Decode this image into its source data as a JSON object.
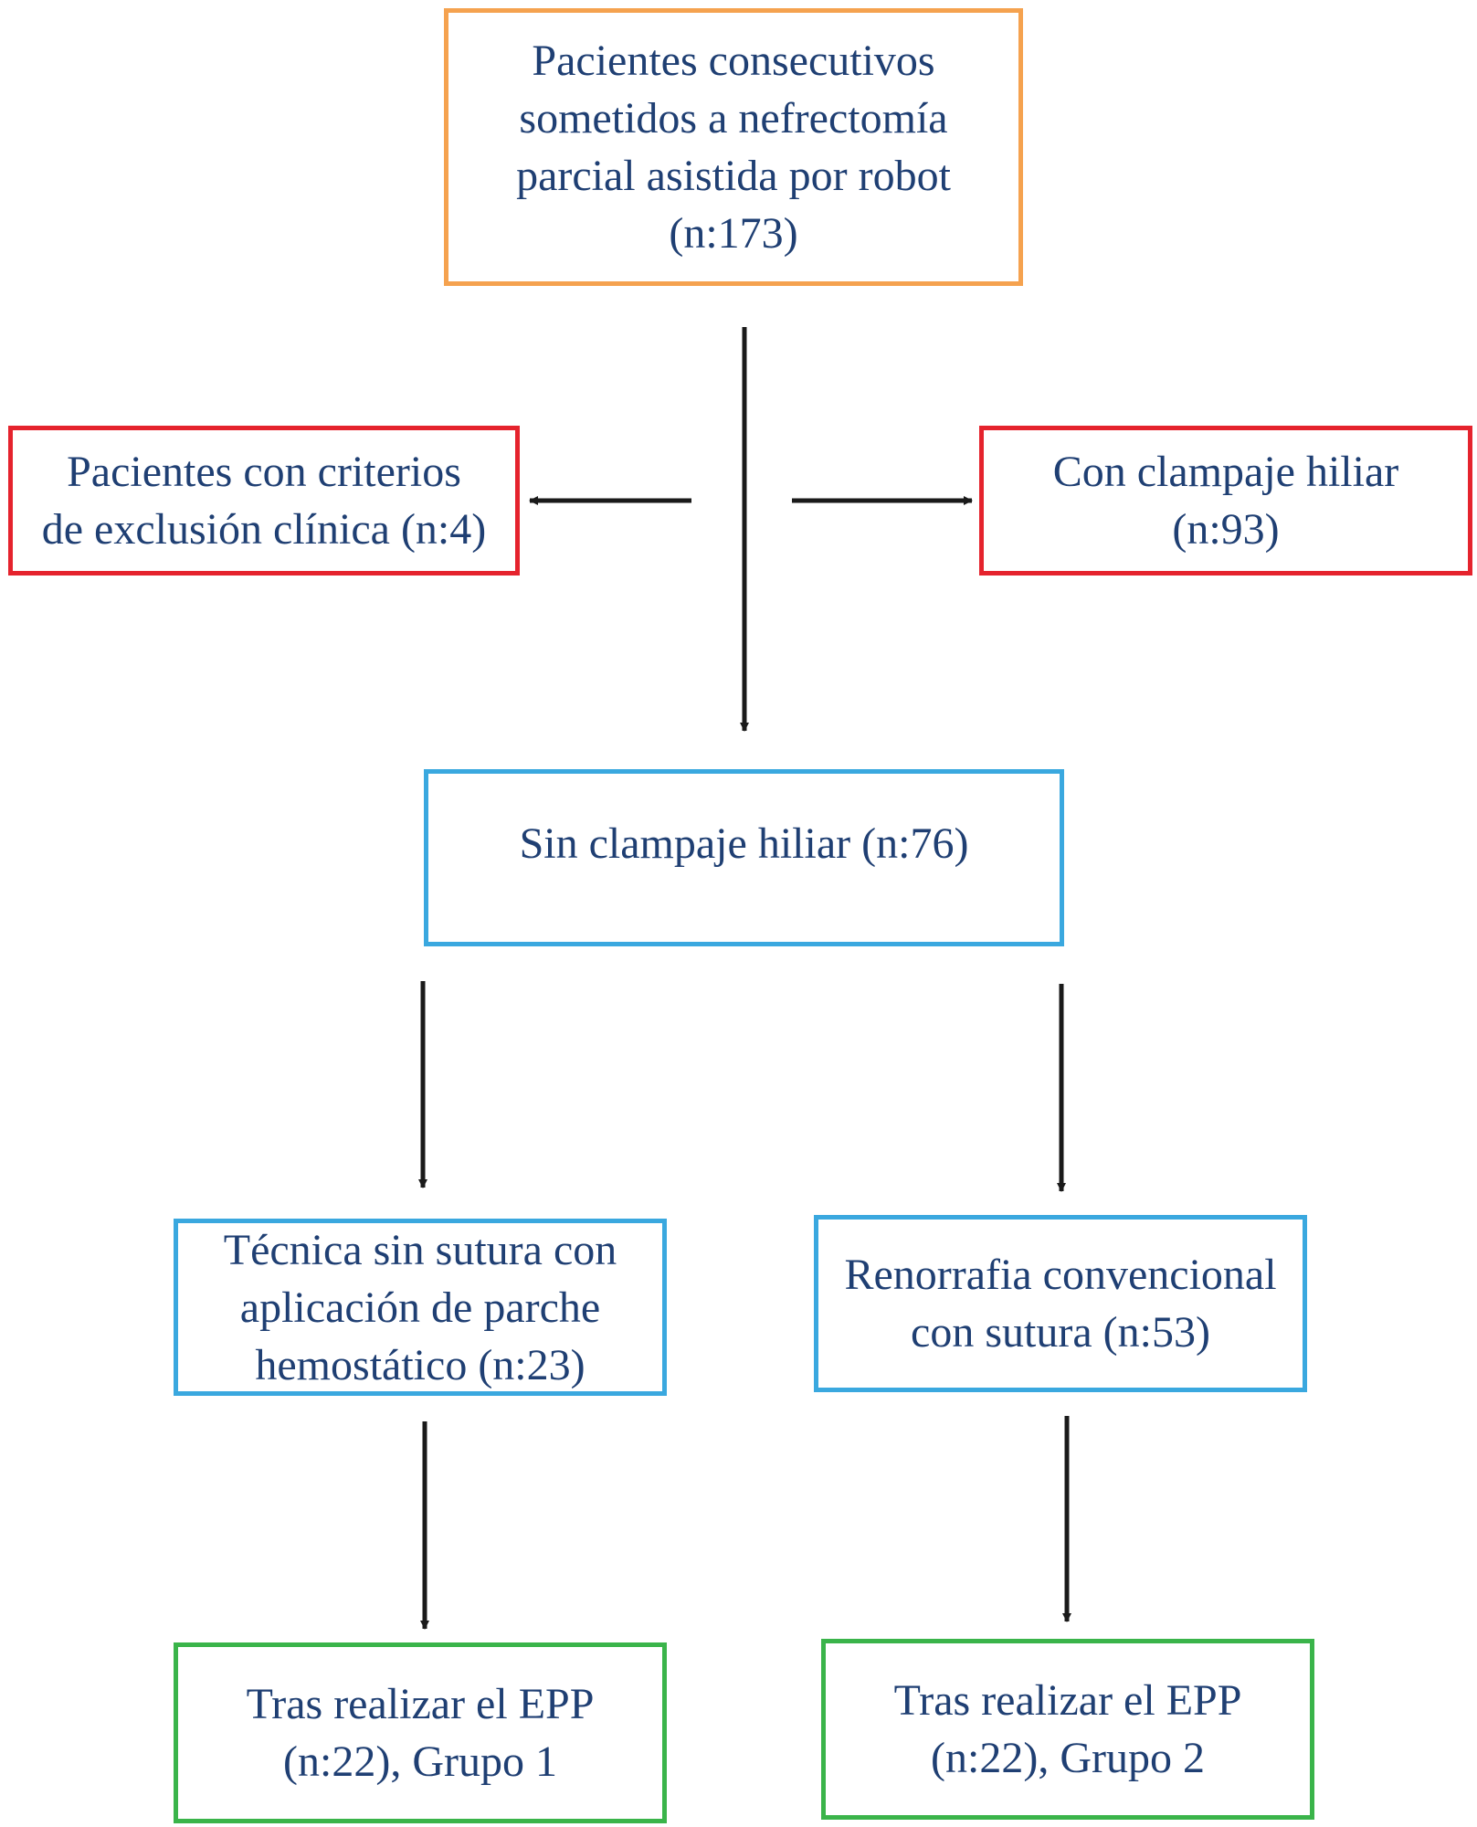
{
  "flowchart": {
    "colors": {
      "text": "#1f3f73",
      "start_border": "#f5a24f",
      "exclusion_border": "#e5232d",
      "cohort_border": "#3aa8df",
      "group_border": "#3ab44a",
      "arrow": "#1a1a1a"
    },
    "boxes": {
      "start": {
        "lines": [
          "Pacientes consecutivos",
          "sometidos a nefrectomía",
          "parcial asistida por robot",
          "(n:173)"
        ]
      },
      "exclusion": {
        "lines": [
          "Pacientes con criterios",
          "de exclusión clínica (n:4)"
        ]
      },
      "with_clamping": {
        "lines": [
          "Con clampaje hiliar",
          "(n:93)"
        ]
      },
      "without_clamping": {
        "lines": [
          "Sin clampaje hiliar (n:76)"
        ]
      },
      "sutureless": {
        "lines": [
          "Técnica sin sutura con",
          "aplicación de parche",
          "hemostático (n:23)"
        ]
      },
      "renorrhaphy": {
        "lines": [
          "Renorrafia convencional",
          "con sutura (n:53)"
        ]
      },
      "group1": {
        "lines": [
          "Tras realizar el EPP",
          "(n:22), Grupo 1"
        ]
      },
      "group2": {
        "lines": [
          "Tras realizar el EPP",
          "(n:22), Grupo 2"
        ]
      }
    },
    "edges": [
      {
        "from": "start",
        "to": "without_clamping"
      },
      {
        "from": "start",
        "to": "exclusion"
      },
      {
        "from": "start",
        "to": "with_clamping"
      },
      {
        "from": "without_clamping",
        "to": "sutureless"
      },
      {
        "from": "without_clamping",
        "to": "renorrhaphy"
      },
      {
        "from": "sutureless",
        "to": "group1"
      },
      {
        "from": "renorrhaphy",
        "to": "group2"
      }
    ]
  }
}
